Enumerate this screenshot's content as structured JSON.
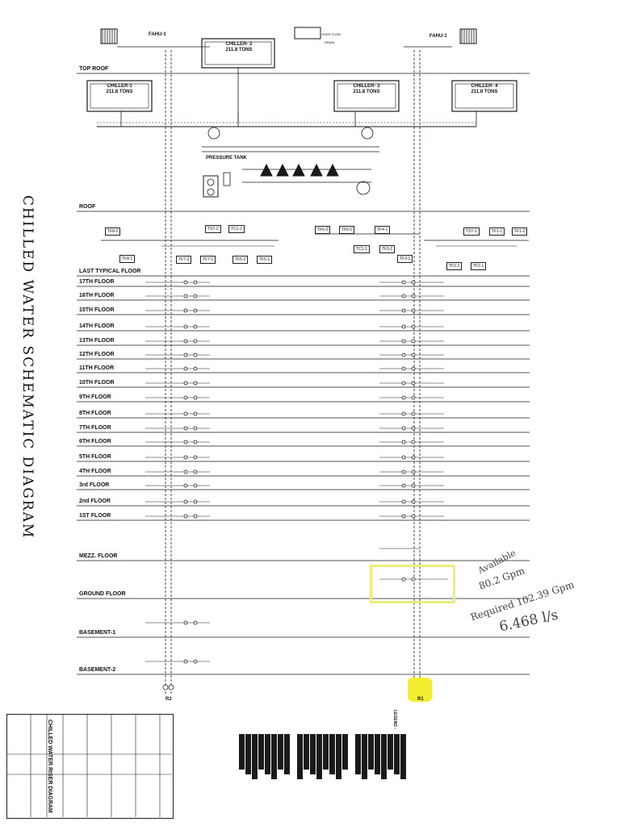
{
  "title": "CHILLED WATER SCHEMATIC DIAGRAM",
  "top_units": {
    "fahu_left": "FAHU-1",
    "fahu_right": "FAHU-1",
    "overflow_label": "OVER FLOW",
    "drain_label": "DRAIN"
  },
  "chillers": [
    {
      "name": "CHILLER-1",
      "capacity": "211.8 TONS"
    },
    {
      "name": "CHILLER- 2",
      "capacity": "211.8 TONS"
    },
    {
      "name": "CHILLER- 3",
      "capacity": "211.8 TONS"
    },
    {
      "name": "CHILLER- 4",
      "capacity": "211.8 TONS"
    }
  ],
  "pressure_tank": "PRESSURE TANK",
  "roof_units_left": [
    "TF8-2",
    "TF8-1",
    "TST-2",
    "TC1-2",
    "TF7-2",
    "TF7-1",
    "TF5-2",
    "TF5-1"
  ],
  "roof_units_right": [
    "TF6-2",
    "TF6-1",
    "TF4-1",
    "TC1-1",
    "TF3-2",
    "TF3-1",
    "TST-1",
    "TF1-1",
    "TF1-2",
    "TF2-2",
    "TF2-1"
  ],
  "floors": [
    "TOP ROOF",
    "ROOF",
    "LAST TYPICAL FLOOR",
    "17TH FLOOR",
    "16TH FLOOR",
    "15TH FLOOR",
    "14TH FLOOR",
    "13TH FLOOR",
    "12TH FLOOR",
    "11TH FLOOR",
    "10TH FLOOR",
    "9TH FLOOR",
    "8TH FLOOR",
    "7TH FLOOR",
    "6TH FLOOR",
    "5TH FLOOR",
    "4TH FLOOR",
    "3rd FLOOR",
    "2nd FLOOR",
    "1ST FLOOR",
    "MEZZ. FLOOR",
    "GROUND FLOOR",
    "BASEMENT-1",
    "BASEMENT-2"
  ],
  "risers": {
    "left": "R2",
    "right": "R1"
  },
  "handwritten": {
    "available_label": "Available",
    "available_value": "80.2 Gpm",
    "required": "Required 102.39 Gpm",
    "result": "6.468 l/s"
  },
  "title_block": {
    "drawing_title": "CHILLED WATER RISER DIAGRAM",
    "legend_title": "LEGEND :"
  },
  "colors": {
    "ink": "#1a1a1a",
    "highlight_yellow": "#f3ef30",
    "highlight_box": "#f0ec7a"
  }
}
